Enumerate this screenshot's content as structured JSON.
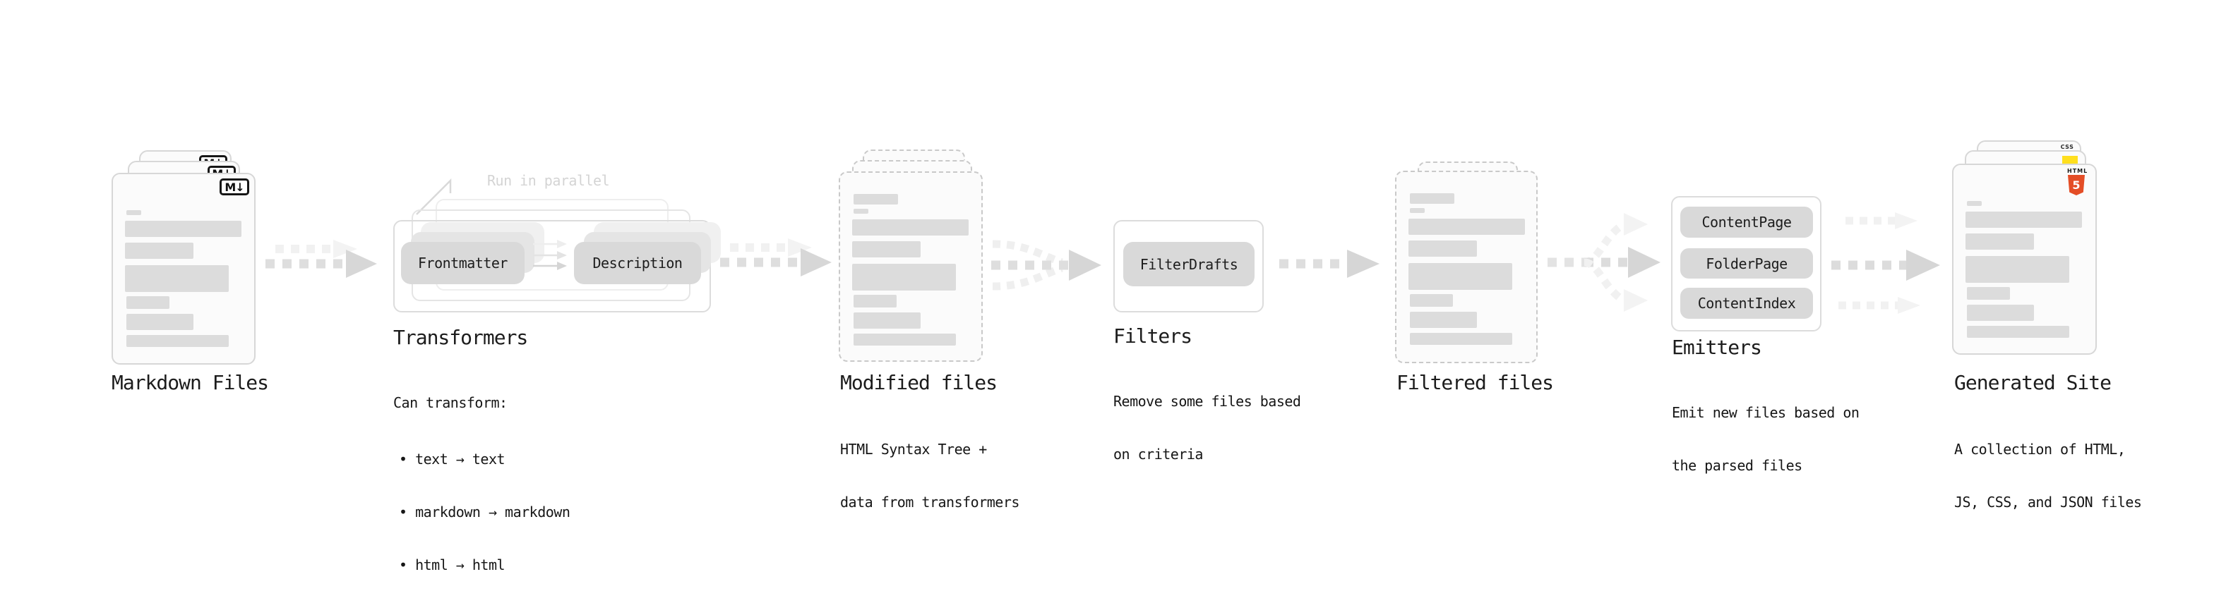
{
  "diagram": {
    "note": "Run in parallel",
    "stages": {
      "markdown": {
        "title": "Markdown Files"
      },
      "transformers": {
        "title": "Transformers",
        "nodes": {
          "frontmatter": "Frontmatter",
          "description": "Description"
        },
        "desc": [
          "Can transform:",
          "• text → text",
          "• markdown → markdown",
          "• html → html"
        ]
      },
      "modified": {
        "title": "Modified files",
        "desc": [
          "HTML Syntax Tree +",
          "data from transformers"
        ]
      },
      "filters": {
        "title": "Filters",
        "nodes": {
          "filter_drafts": "FilterDrafts"
        },
        "desc": [
          "Remove some files based",
          "on criteria"
        ]
      },
      "filtered": {
        "title": "Filtered files"
      },
      "emitters": {
        "title": "Emitters",
        "nodes": {
          "content_page": "ContentPage",
          "folder_page": "FolderPage",
          "content_index": "ContentIndex"
        },
        "desc": [
          "Emit new files based on",
          "the parsed files"
        ]
      },
      "generated": {
        "title": "Generated Site",
        "desc": [
          "A collection of HTML,",
          "JS, CSS, and JSON files"
        ]
      }
    },
    "icons": {
      "markdown": "M↓",
      "html5_wordmark": "HTML",
      "html5_numeral": "5",
      "css": "CSS"
    },
    "colors": {
      "html5_orange": "#e44d26",
      "js_yellow": "#ffdf1e",
      "css_blue": "#2f6bff",
      "node_fill": "#d9d9d9",
      "arrow_strong": "#d7d7d7",
      "arrow_faint": "#f2f2f2"
    }
  }
}
